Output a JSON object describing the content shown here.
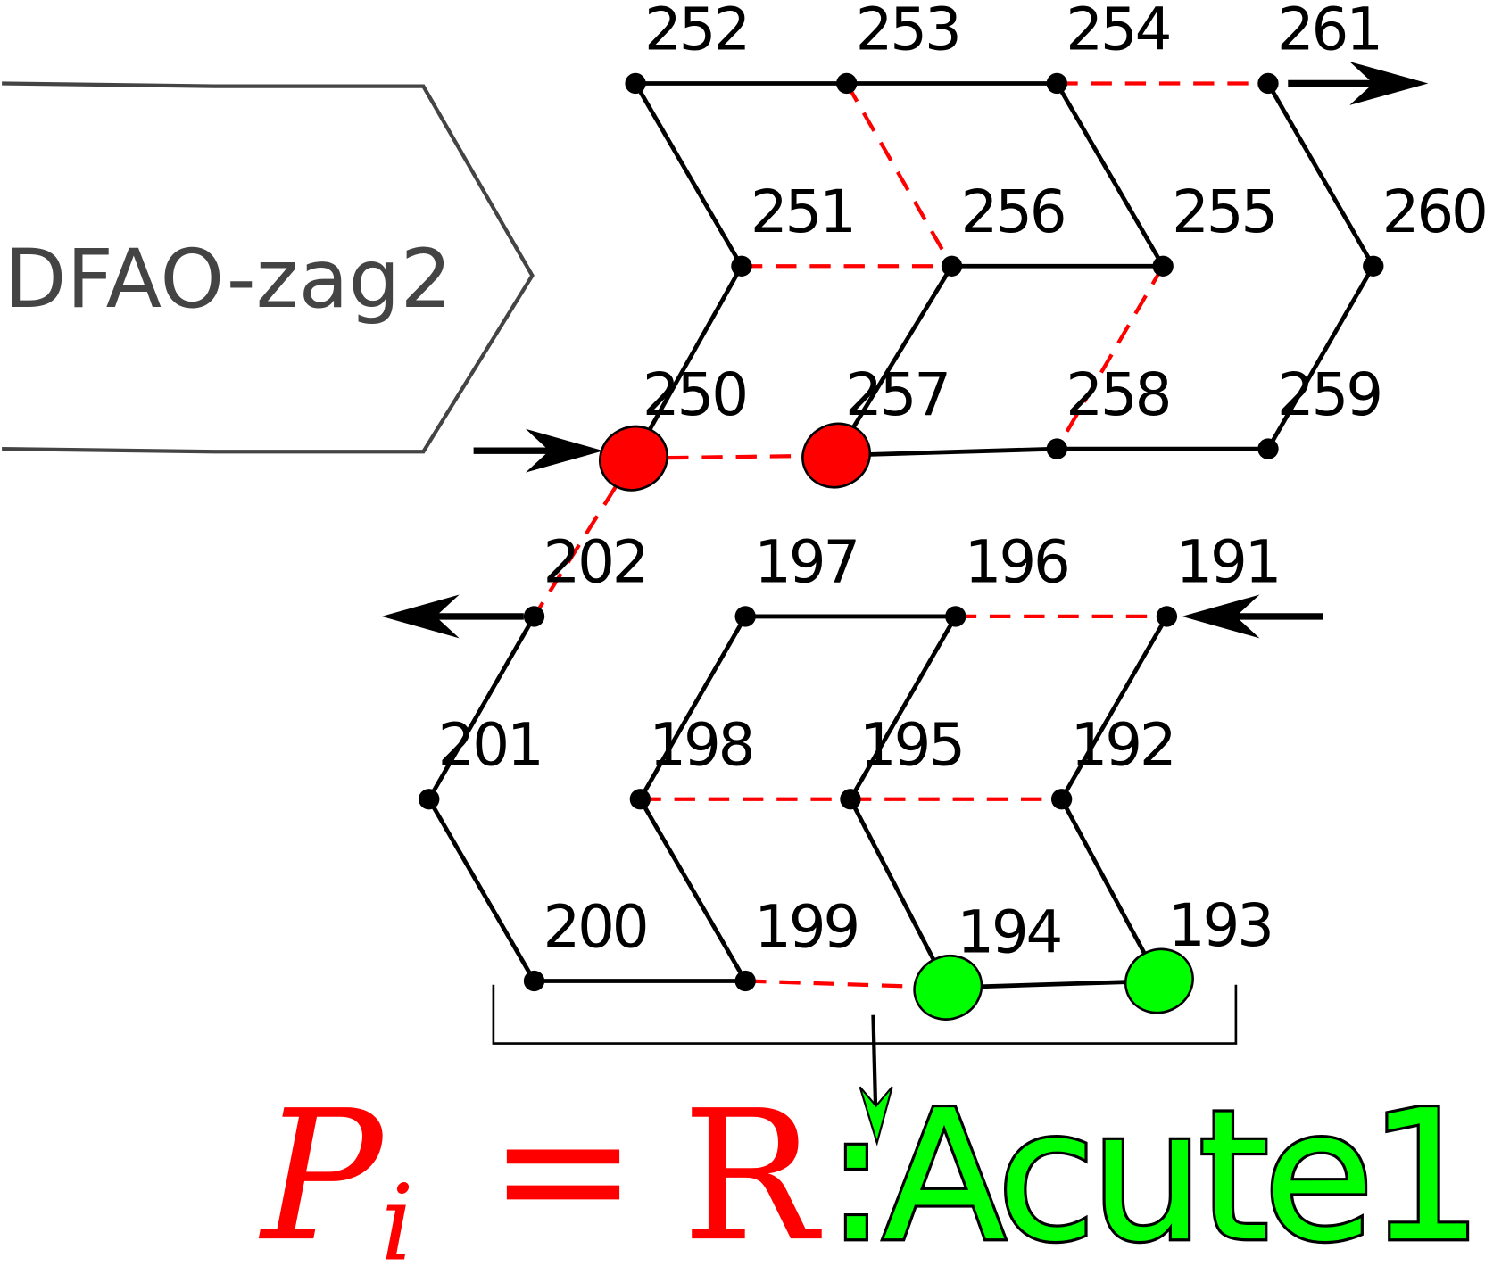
{
  "title": "DFAO-zag2",
  "nodes": [
    {
      "id": "252"
    },
    {
      "id": "253"
    },
    {
      "id": "254"
    },
    {
      "id": "261"
    },
    {
      "id": "251"
    },
    {
      "id": "256"
    },
    {
      "id": "255"
    },
    {
      "id": "260"
    },
    {
      "id": "250",
      "state": "red"
    },
    {
      "id": "257",
      "state": "red"
    },
    {
      "id": "258"
    },
    {
      "id": "259"
    },
    {
      "id": "202"
    },
    {
      "id": "197"
    },
    {
      "id": "196"
    },
    {
      "id": "191"
    },
    {
      "id": "201"
    },
    {
      "id": "198"
    },
    {
      "id": "195"
    },
    {
      "id": "192"
    },
    {
      "id": "200"
    },
    {
      "id": "199"
    },
    {
      "id": "194",
      "state": "green"
    },
    {
      "id": "193",
      "state": "green"
    }
  ],
  "edges": [
    [
      "252",
      "253",
      "solid"
    ],
    [
      "253",
      "254",
      "solid"
    ],
    [
      "254",
      "261",
      "dashed"
    ],
    [
      "252",
      "251",
      "solid"
    ],
    [
      "253",
      "256",
      "dashed"
    ],
    [
      "254",
      "255",
      "solid"
    ],
    [
      "261",
      "260",
      "solid"
    ],
    [
      "251",
      "256",
      "dashed"
    ],
    [
      "256",
      "255",
      "solid"
    ],
    [
      "251",
      "250",
      "solid"
    ],
    [
      "256",
      "257",
      "solid"
    ],
    [
      "255",
      "258",
      "dashed"
    ],
    [
      "260",
      "259",
      "solid"
    ],
    [
      "250",
      "257",
      "dashed"
    ],
    [
      "257",
      "258",
      "solid"
    ],
    [
      "258",
      "259",
      "solid"
    ],
    [
      "250",
      "202",
      "dashed"
    ],
    [
      "197",
      "196",
      "solid"
    ],
    [
      "196",
      "191",
      "dashed"
    ],
    [
      "202",
      "201",
      "solid"
    ],
    [
      "197",
      "198",
      "solid"
    ],
    [
      "196",
      "195",
      "solid"
    ],
    [
      "191",
      "192",
      "solid"
    ],
    [
      "198",
      "195",
      "dashed"
    ],
    [
      "195",
      "192",
      "dashed"
    ],
    [
      "201",
      "200",
      "solid"
    ],
    [
      "198",
      "199",
      "solid"
    ],
    [
      "195",
      "194",
      "solid"
    ],
    [
      "192",
      "193",
      "solid"
    ],
    [
      "200",
      "199",
      "solid"
    ],
    [
      "199",
      "194",
      "dashed"
    ],
    [
      "194",
      "193",
      "solid"
    ]
  ],
  "formula": {
    "lhs": "P",
    "sub": "i",
    "eq": "=",
    "rhs": "R",
    "sep": ":",
    "result": "Acute1"
  },
  "colors": {
    "red": "#ff0000",
    "green": "#00ff00",
    "dashed": "#ff0000",
    "label": "#444444"
  }
}
